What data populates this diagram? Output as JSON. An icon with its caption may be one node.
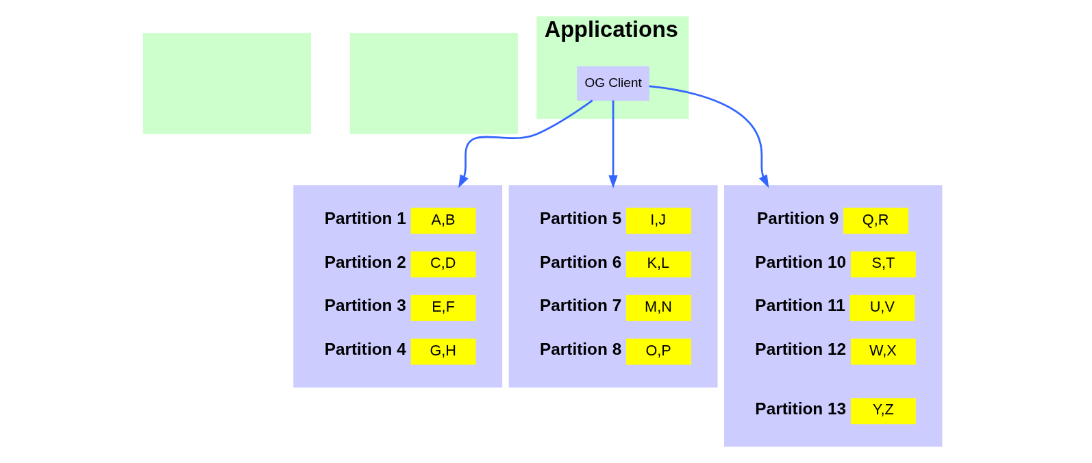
{
  "diagram": {
    "nodes": [
      {
        "text": [],
        "shape": "box"
      },
      {
        "text": [],
        "shape": "box"
      },
      {
        "text": [
          "Applications"
        ]
      },
      {
        "text": [
          "OG Client"
        ],
        "in": 2
      },
      {
        "text": [],
        "shape": "box"
      },
      {
        "text": [
          "A,B"
        ],
        "beside": [
          "Partition 1"
        ],
        "in": 4
      },
      {
        "text": [
          "C,D"
        ],
        "beside": [
          "Partition 2"
        ],
        "in": 4
      },
      {
        "text": [
          "E,F"
        ],
        "beside": [
          "Partition 3"
        ],
        "in": 4
      },
      {
        "text": [
          "G,H"
        ],
        "beside": [
          "Partition 4"
        ],
        "in": 4
      },
      {
        "text": [],
        "shape": "box"
      },
      {
        "text": [
          "I,J"
        ],
        "beside": [
          "Partition 5"
        ],
        "in": 9
      },
      {
        "text": [
          "K,L"
        ],
        "beside": [
          "Partition 6"
        ],
        "in": 9
      },
      {
        "text": [
          "M,N"
        ],
        "beside": [
          "Partition 7"
        ],
        "in": 9
      },
      {
        "text": [
          "O,P"
        ],
        "beside": [
          "Partition 8"
        ],
        "in": 9
      },
      {
        "text": [],
        "shape": "box"
      },
      {
        "text": [
          "Q,R"
        ],
        "beside": [
          "Partition 9"
        ],
        "in": 14
      },
      {
        "text": [
          "S,T"
        ],
        "beside": [
          "Partition 10"
        ],
        "in": 14
      },
      {
        "text": [
          "U,V"
        ],
        "beside": [
          "Partition 11"
        ],
        "in": 14
      },
      {
        "text": [
          "W,X"
        ],
        "beside": [
          "Partition 12"
        ],
        "in": 14
      },
      {
        "text": [
          "Y,Z"
        ],
        "beside": [
          "Partition 13"
        ],
        "in": 14
      }
    ],
    "edges": [
      {
        "from": 3,
        "to": 4,
        "arrow": "to"
      },
      {
        "from": 3,
        "to": 9,
        "arrow": "to"
      },
      {
        "from": 3,
        "to": 14,
        "arrow": "to"
      }
    ]
  }
}
